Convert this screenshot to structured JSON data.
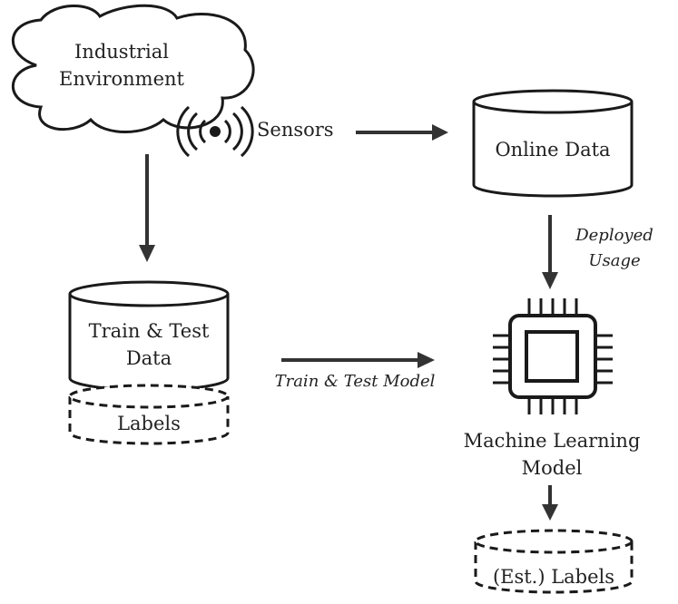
{
  "nodes": {
    "industrial_environment": {
      "line1": "Industrial",
      "line2": "Environment"
    },
    "sensors": {
      "label": "Sensors"
    },
    "online_data": {
      "label": "Online Data"
    },
    "train_test_data": {
      "line1": "Train & Test",
      "line2": "Data"
    },
    "labels": {
      "label": "Labels"
    },
    "ml_model": {
      "line1": "Machine Learning",
      "line2": "Model"
    },
    "est_labels": {
      "label": "(Est.) Labels"
    }
  },
  "edges": {
    "deployed_usage": {
      "line1": "Deployed",
      "line2": "Usage"
    },
    "train_test_model": {
      "label": "Train & Test Model"
    }
  }
}
